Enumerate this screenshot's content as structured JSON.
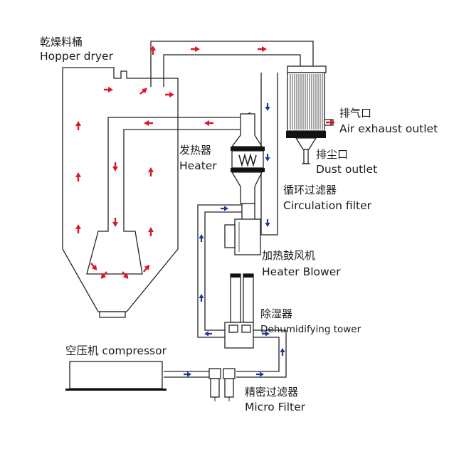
{
  "labels": {
    "hopper_dryer_zh": "乾燥料桶",
    "hopper_dryer_en": "Hopper dryer",
    "air_exhaust_zh": "排气口",
    "air_exhaust_en": "Air exhaust outlet",
    "heater_zh": "发热器",
    "heater_en": "Heater",
    "dust_outlet_zh": "排尘口",
    "dust_outlet_en": "Dust outlet",
    "circulation_filter_zh": "循环过滤器",
    "circulation_filter_en": "Circulation filter",
    "heater_blower_zh": "加热鼓风机",
    "heater_blower_en": "Heater Blower",
    "dehumidifying_tower_zh": "除湿器",
    "dehumidifying_tower_en": "Dehumidifying tower",
    "compressor": "空压机 compressor",
    "micro_filter_zh": "精密过滤器",
    "micro_filter_en": "Micro Filter"
  },
  "colors": {
    "hot_air_arrow": "#d9182b",
    "cool_air_arrow": "#1c3a9c",
    "line": "#222222",
    "equipment_fill": "#ffffff"
  },
  "legend_of_arrows": {
    "red_arrow_icon": "hot-air-flow-arrow",
    "blue_arrow_icon": "dry-air-flow-arrow"
  }
}
